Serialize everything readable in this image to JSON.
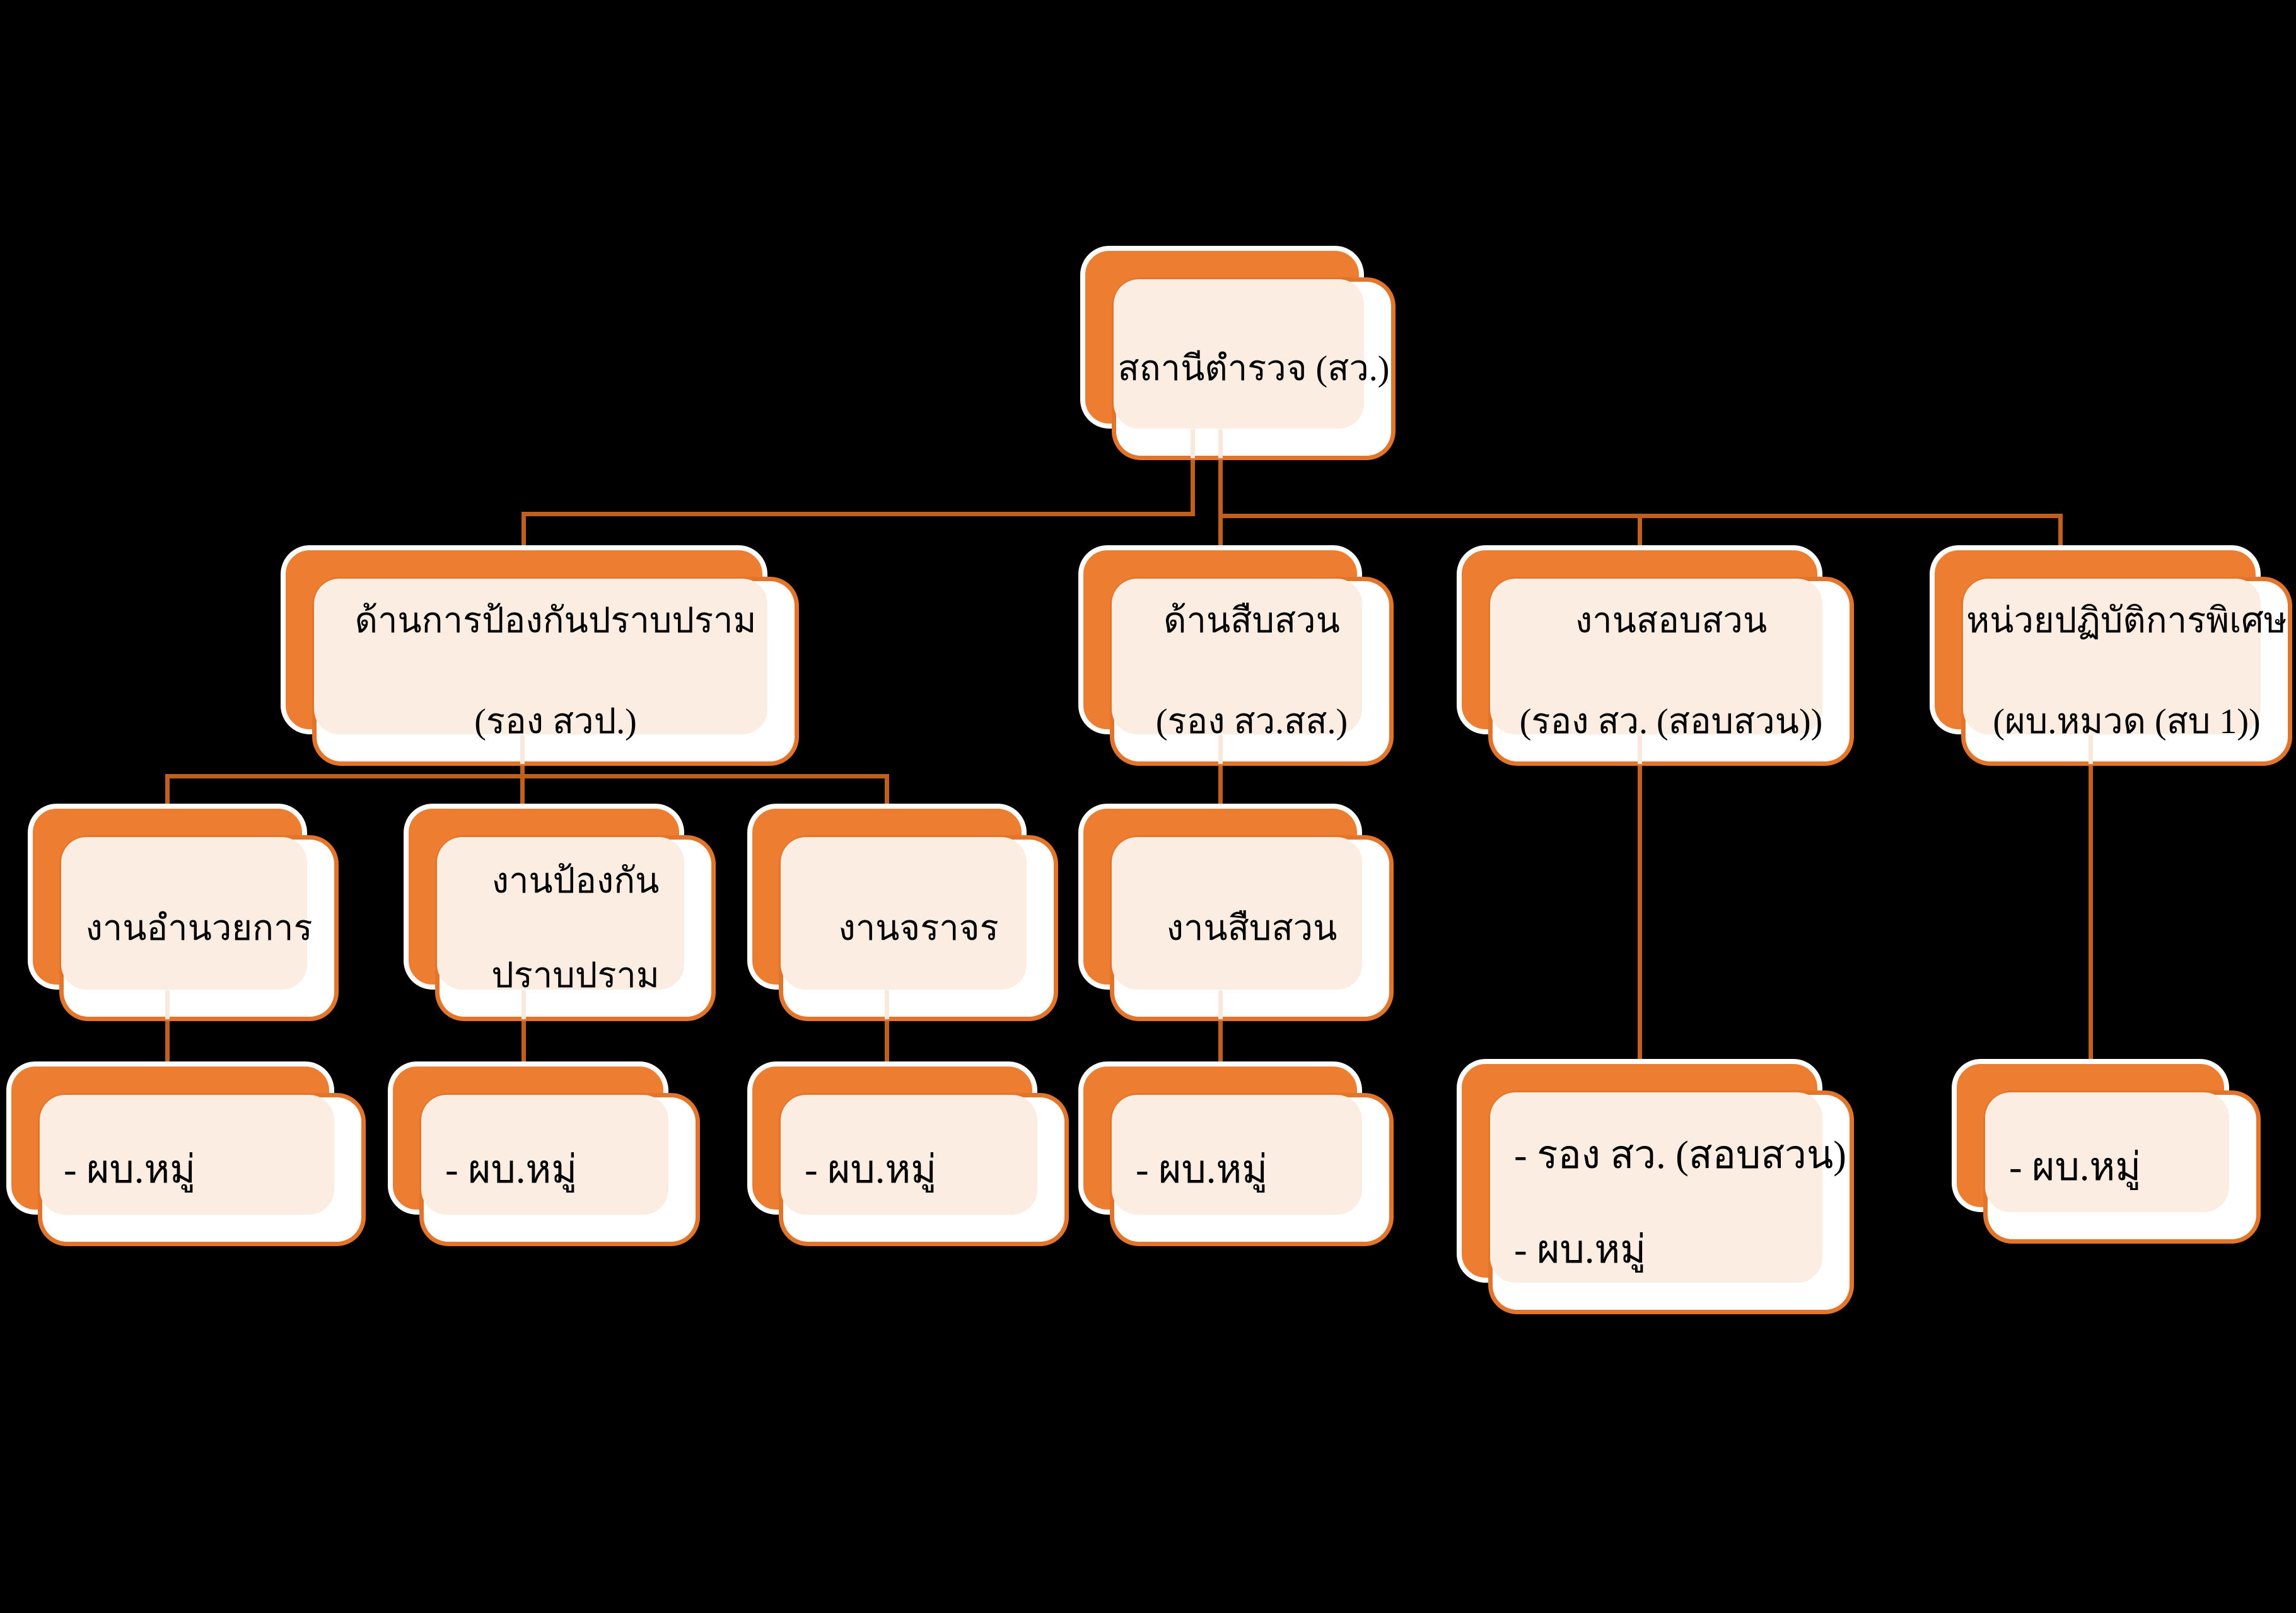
{
  "page": {
    "background": "#000000",
    "title": "Police station organization chart"
  },
  "palette": {
    "box_orange": "#ED7D31",
    "box_front_border": "#E2752A",
    "box_front_fill": "#FFFFFF",
    "cream_overlap": "#FBEDE2",
    "connector": "#C05F1E",
    "back_panel_outline": "#FFFFFF",
    "text": "#000000"
  },
  "nodes": {
    "root": {
      "label": "สถานีตำรวจ (สว.)"
    },
    "prevention_division": {
      "line1": "ด้านการป้องกันปราบปราม",
      "line2": "(รอง สวป.)"
    },
    "investigation_division": {
      "line1": "ด้านสืบสวน",
      "line2": "(รอง สว.สส.)"
    },
    "interrogation_division": {
      "line1": "งานสอบสวน",
      "line2": "(รอง สว. (สอบสวน))"
    },
    "special_operations_unit": {
      "line1": "หน่วยปฏิบัติการพิเศษ",
      "line2": "(ผบ.หมวด (สบ 1))"
    },
    "administration_work": {
      "label": "งานอำนวยการ"
    },
    "prevention_work": {
      "line1": "งานป้องกัน",
      "line2": "ปราบปราม"
    },
    "traffic_work": {
      "label": "งานจราจร"
    },
    "investigation_work": {
      "label": "งานสืบสวน"
    },
    "leaf_administration": {
      "label": "- ผบ.หมู่"
    },
    "leaf_prevention": {
      "label": "- ผบ.หมู่"
    },
    "leaf_traffic": {
      "label": "- ผบ.หมู่"
    },
    "leaf_investigation": {
      "label": "- ผบ.หมู่"
    },
    "leaf_interrogation": {
      "line1": "- รอง สว. (สอบสวน)",
      "line2": "- ผบ.หมู่"
    },
    "leaf_special": {
      "label": "- ผบ.หมู่"
    }
  },
  "hierarchy": [
    {
      "parent": "สถานีตำรวจ (สว.)",
      "children": [
        "ด้านการป้องกันปราบปราม (รอง สวป.)",
        "ด้านสืบสวน (รอง สว.สส.)",
        "งานสอบสวน (รอง สว. (สอบสวน))",
        "หน่วยปฏิบัติการพิเศษ (ผบ.หมวด (สบ 1))"
      ]
    },
    {
      "parent": "ด้านการป้องกันปราบปราม (รอง สวป.)",
      "children": [
        "งานอำนวยการ",
        "งานป้องกันปราบปราม",
        "งานจราจร"
      ]
    },
    {
      "parent": "ด้านสืบสวน (รอง สว.สส.)",
      "children": [
        "งานสืบสวน"
      ]
    },
    {
      "parent": "งานอำนวยการ",
      "children": [
        "- ผบ.หมู่"
      ]
    },
    {
      "parent": "งานป้องกันปราบปราม",
      "children": [
        "- ผบ.หมู่"
      ]
    },
    {
      "parent": "งานจราจร",
      "children": [
        "- ผบ.หมู่"
      ]
    },
    {
      "parent": "งานสืบสวน",
      "children": [
        "- ผบ.หมู่"
      ]
    },
    {
      "parent": "งานสอบสวน (รอง สว. (สอบสวน))",
      "children": [
        "- รอง สว. (สอบสวน)",
        "- ผบ.หมู่"
      ]
    },
    {
      "parent": "หน่วยปฏิบัติการพิเศษ (ผบ.หมวด (สบ 1))",
      "children": [
        "- ผบ.หมู่"
      ]
    }
  ]
}
